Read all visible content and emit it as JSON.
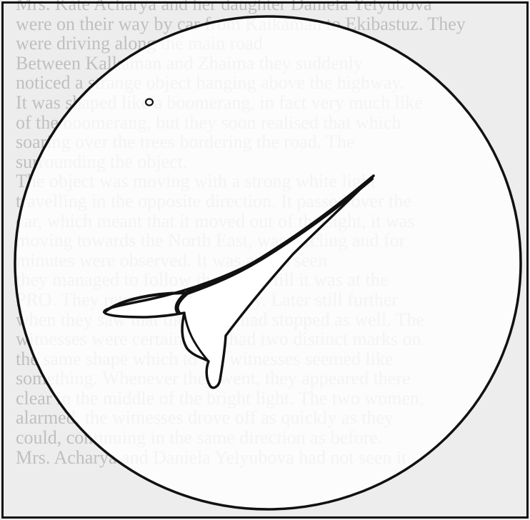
{
  "background_text": {
    "lines": [
      "Mrs. Kate Acharya and her daughter Daniela Yelyubova",
      "were on their way by car from Kalkaman to Ekibastuz. They",
      "were driving along the main road",
      "Between Kalkaman and Zhaima they suddenly",
      "noticed a strange object hanging above the highway.",
      "It was shaped like a boomerang, in fact very much like",
      "of the boomerang, but they soon realised that which",
      "soaring over the trees bordering the road. The",
      "surrounding the object.",
      "The object was moving with a strong white light",
      "travelling in the opposite direction. It passed over the",
      "car, which meant that it moved out of the sight, it was",
      "moving towards the North East, was circling and for",
      "minutes were observed. It was at last seen",
      "they managed to follow the object till it was at the",
      "PRO. They returned on their way. Later still further",
      "when they saw that the object had stopped as well. The",
      "witnesses were certain there had two distinct marks on",
      "the same shape which to the witnesses seemed like",
      "something. Whenever they went, they appeared there",
      "clear in the middle of the bright light. The two women,",
      "alarmed, the witnesses drove off as quickly as they",
      "could, continuing in the same direction as before.",
      "Mrs. Acharya and Daniela Yelyubova had not seen it"
    ]
  },
  "figure": {
    "description_shapes": [
      "circle-outline",
      "boomerang-object",
      "small-dot"
    ],
    "ink_color": "#111111"
  }
}
